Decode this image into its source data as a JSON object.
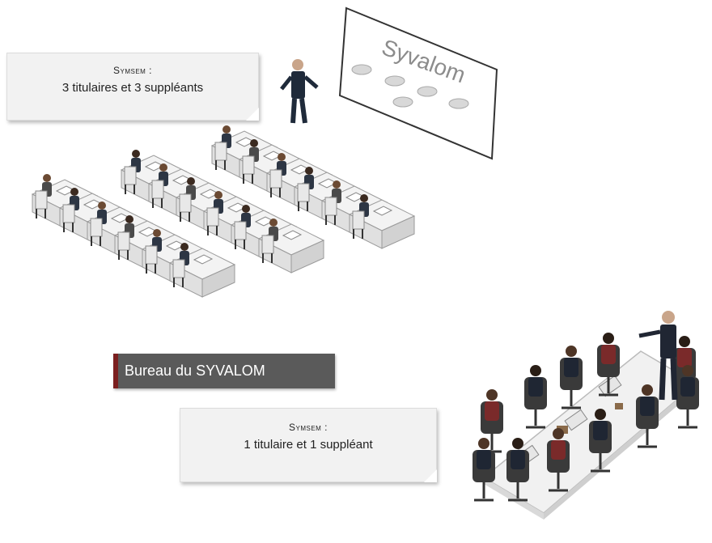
{
  "note_top": {
    "title": "Symsem :",
    "text": "3 titulaires et 3 suppléants"
  },
  "banner": {
    "label": "Bureau du SYVALOM"
  },
  "note_bottom": {
    "title": "Symsem :",
    "text": "1 titulaire et 1 suppléant"
  },
  "screen": {
    "logo_text": "Syvalom"
  },
  "colors": {
    "banner": "#5a5a5a",
    "banner_accent": "#7b1f1f",
    "note": "#f2f2f2"
  }
}
